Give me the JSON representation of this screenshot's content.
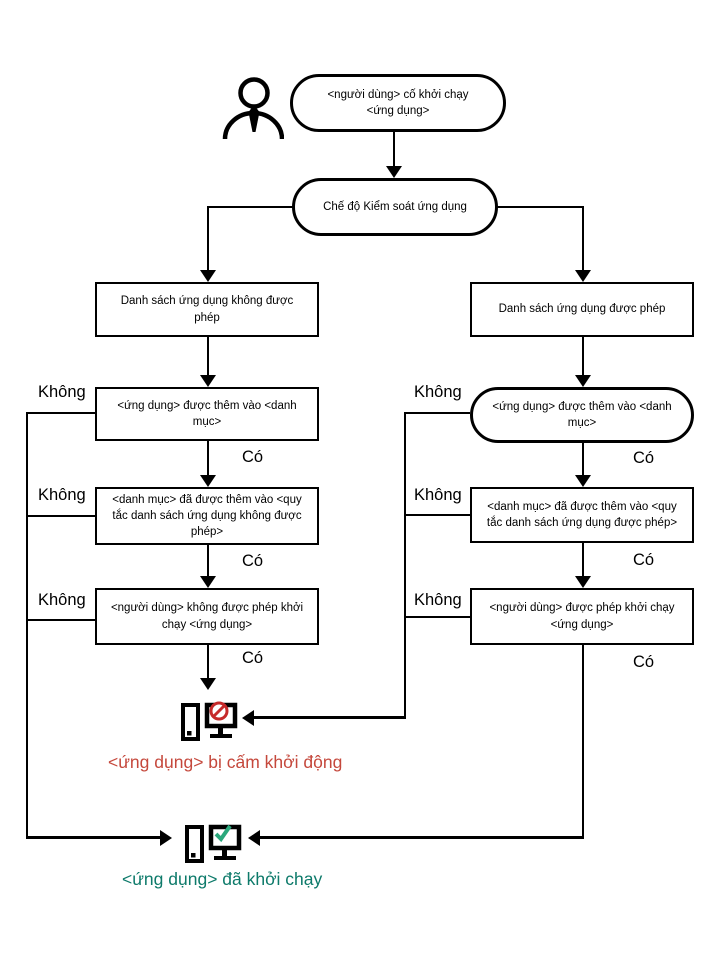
{
  "flowchart": {
    "nodes": {
      "start": "<người dùng> cố khởi chạy <ứng dụng>",
      "control_mode": "Chế độ Kiểm soát ứng dụng",
      "denylist": "Danh sách ứng dụng không được phép",
      "allowlist": "Danh sách ứng dụng được phép",
      "deny_app_added": "<ứng dụng> được thêm vào <danh mục>",
      "allow_app_added": "<ứng dụng> được thêm vào <danh mục>",
      "deny_category_added": "<danh mục> đã được thêm vào <quy tắc danh sách ứng dụng không được phép>",
      "allow_category_added": "<danh mục> đã được thêm vào <quy tắc danh sách ứng dụng được phép>",
      "deny_user": "<người dùng> không được phép khởi chạy <ứng dụng>",
      "allow_user": "<người dùng> được phép khởi chạy <ứng dụng>"
    },
    "branch_labels": {
      "no": "Không",
      "yes": "Có"
    },
    "outcomes": {
      "blocked_text": "<ứng dụng> bị cấm khởi động",
      "blocked_color": "#c5483c",
      "started_text": "<ứng dụng> đã khởi chạy",
      "started_color": "#0d7a6a"
    },
    "icon_colors": {
      "prohibition": "#c62a2a",
      "check": "#2aa87c",
      "line": "#000000"
    }
  }
}
